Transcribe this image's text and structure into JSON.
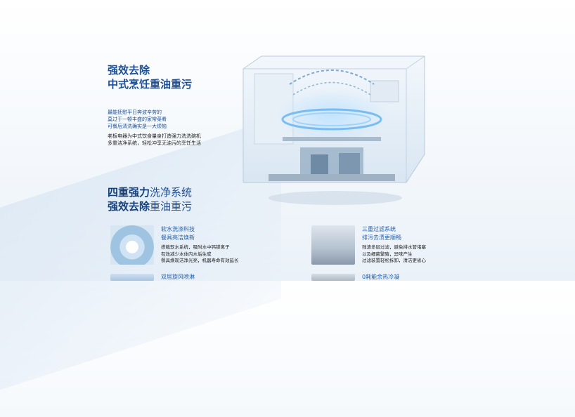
{
  "hero": {
    "title_line1": "强效去除",
    "title_line2": "中式烹饪重油重污",
    "intro_lines": [
      "最能抚慰平日奔波辛劳的",
      "莫过于一顿丰盛的家常菜肴",
      "可餐后清洗确实是一大烦恼"
    ],
    "body_lines": [
      "老板电器为中式饮食量身打造强力洗洗碗机",
      "多重洁净系统，轻松冲享无油污的烹饪生活"
    ]
  },
  "section": {
    "line1_bold": "四重强力",
    "line1_rest": "洗净系统",
    "line2_bold": "强效去除",
    "line2_rest": "重油重污"
  },
  "features": [
    {
      "title_lines": [
        "软水洗涤科技",
        "餐具亮洁焕新"
      ],
      "desc_lines": [
        "搭载软水系统，吸附水中钙镁离子",
        "有效减少水体内水垢生成",
        "餐具焕现洁净光亮，机器寿命有效延长"
      ]
    },
    {
      "title_lines": [
        "三重过滤系统",
        "排污去渍更顺畅"
      ],
      "desc_lines": [
        "残渣多层过滤，避免排水管堵塞",
        "以及细菌繁殖，异味产生",
        "过滤装置轻松拆卸，清洁更省心"
      ]
    },
    {
      "title_lines": [
        "双层旋风喷淋"
      ],
      "desc_lines": []
    },
    {
      "title_lines": [
        "0耗能余热冷凝"
      ],
      "desc_lines": []
    }
  ]
}
